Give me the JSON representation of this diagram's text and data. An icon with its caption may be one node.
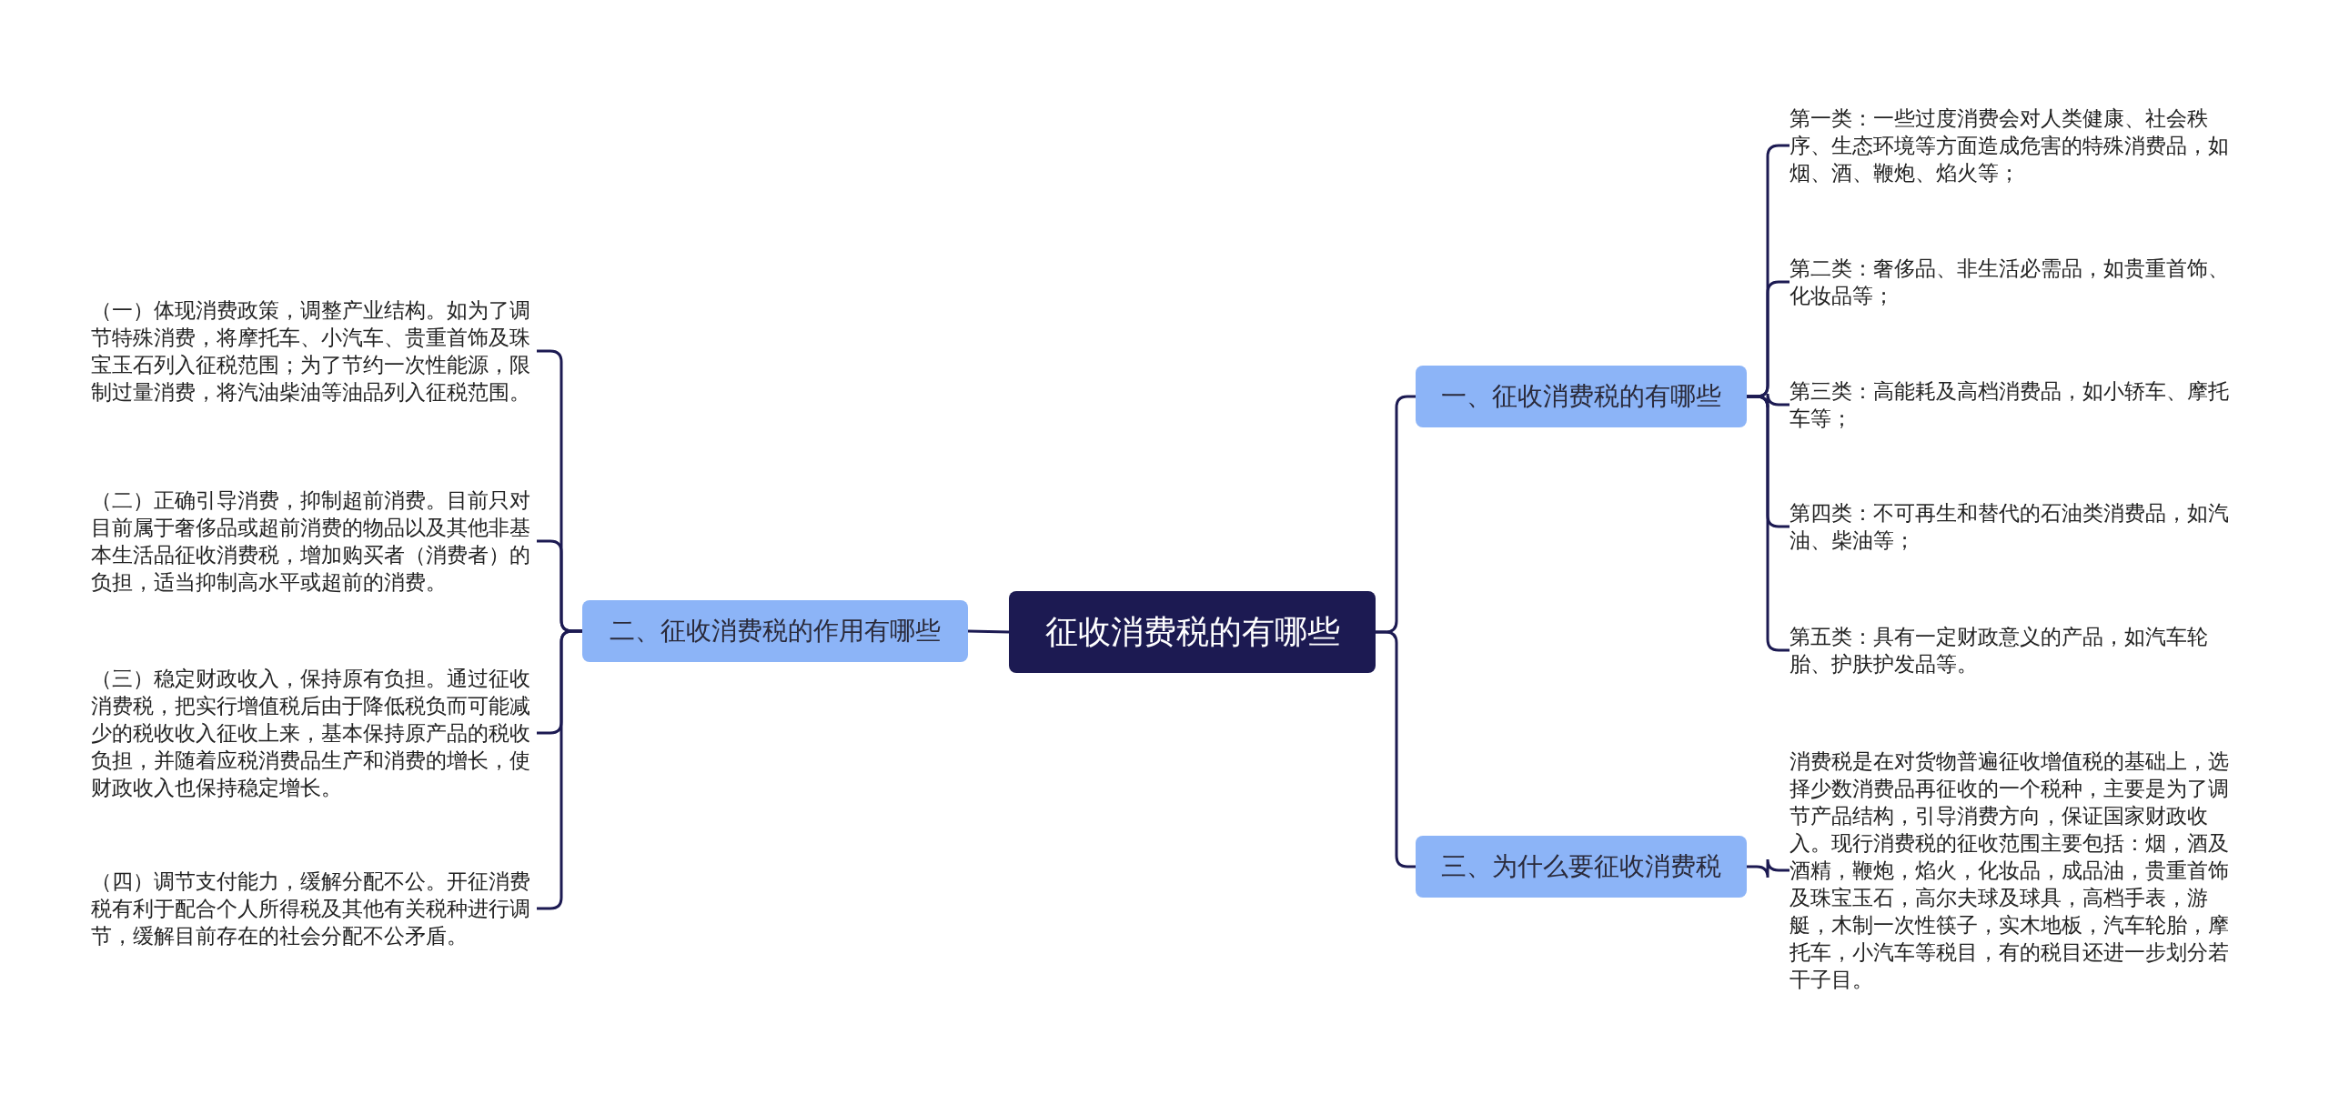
{
  "diagram": {
    "nodes": [
      {
        "text": [
          "征收消费税的有哪些"
        ]
      },
      {
        "text": [
          "一、征收消费税的有哪些"
        ]
      },
      {
        "text": [
          "第一类：一些过度消费会对人类健康、社会秩序、生态环境等方面造成危害的特殊消费品，如烟、酒、鞭炮、焰火等；"
        ]
      },
      {
        "text": [
          "第二类：奢侈品、非生活必需品，如贵重首饰、化妆品等；"
        ]
      },
      {
        "text": [
          "第三类：高能耗及高档消费品，如小轿车、摩托车等；"
        ]
      },
      {
        "text": [
          "第四类：不可再生和替代的石油类消费品，如汽油、柴油等；"
        ]
      },
      {
        "text": [
          "第五类：具有一定财政意义的产品，如汽车轮胎、护肤护发品等。"
        ]
      },
      {
        "text": [
          "三、为什么要征收消费税"
        ]
      },
      {
        "text": [
          "消费税是在对货物普遍征收增值税的基础上，选择少数消费品再征收的一个税种，主要是为了调节产品结构，引导消费方向，保证国家财政收入。现行消费税的征收范围主要包括：烟，酒及酒精，鞭炮，焰火，化妆品，成品油，贵重首饰及珠宝玉石，高尔夫球及球具，高档手表，游艇，木制一次性筷子，实木地板，汽车轮胎，摩托车，小汽车等税目，有的税目还进一步划分若干子目。"
        ]
      },
      {
        "text": [
          "二、征收消费税的作用有哪些"
        ]
      },
      {
        "text": [
          "（一）体现消费政策，调整产业结构。如为了调节特殊消费，将摩托车、小汽车、贵重首饰及珠宝玉石列入征税范围；为了节约一次性能源，限制过量消费，将汽油柴油等油品列入征税范围。"
        ]
      },
      {
        "text": [
          "（二）正确引导消费，抑制超前消费。目前只对目前属于奢侈品或超前消费的物品以及其他非基本生活品征收消费税，增加购买者（消费者）的负担，适当抑制高水平或超前的消费。"
        ]
      },
      {
        "text": [
          "（三）稳定财政收入，保持原有负担。通过征收消费税，把实行增值税后由于降低税负而可能减少的税收收入征收上来，基本保持原产品的税收负担，并随着应税消费品生产和消费的增长，使财政收入也保持稳定增长。"
        ]
      },
      {
        "text": [
          "（四）调节支付能力，缓解分配不公。开征消费税有利于配合个人所得税及其他有关税种进行调节，缓解目前存在的社会分配不公矛盾。"
        ]
      }
    ],
    "edges": [
      {
        "from": 0,
        "to": 1,
        "arrow": "none"
      },
      {
        "from": 1,
        "to": 2,
        "arrow": "none"
      },
      {
        "from": 1,
        "to": 3,
        "arrow": "none"
      },
      {
        "from": 1,
        "to": 4,
        "arrow": "none"
      },
      {
        "from": 1,
        "to": 5,
        "arrow": "none"
      },
      {
        "from": 1,
        "to": 6,
        "arrow": "none"
      },
      {
        "from": 0,
        "to": 7,
        "arrow": "none"
      },
      {
        "from": 7,
        "to": 8,
        "arrow": "none"
      },
      {
        "from": 0,
        "to": 9,
        "arrow": "none"
      },
      {
        "from": 9,
        "to": 10,
        "arrow": "none"
      },
      {
        "from": 9,
        "to": 11,
        "arrow": "none"
      },
      {
        "from": 9,
        "to": 12,
        "arrow": "none"
      },
      {
        "from": 9,
        "to": 13,
        "arrow": "none"
      }
    ]
  }
}
